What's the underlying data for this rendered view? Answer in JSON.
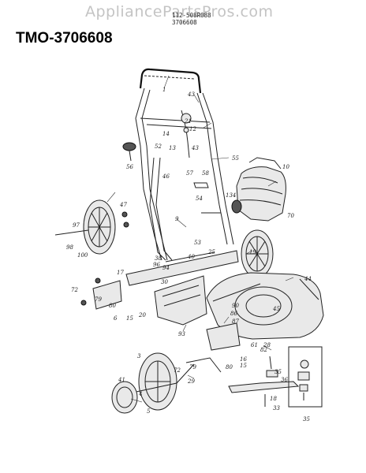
{
  "header": {
    "watermark": "AppliancePartsPros.com",
    "model_number": "TMO-3706608",
    "codes": [
      "112-508R088",
      "3706608"
    ]
  },
  "diagram": {
    "part_labels": [
      "1",
      "43",
      "21",
      "14",
      "12",
      "13",
      "43",
      "52",
      "56",
      "46",
      "55",
      "57",
      "58",
      "54",
      "10",
      "134",
      "70",
      "9",
      "47",
      "97",
      "98",
      "100",
      "53",
      "38",
      "40",
      "25",
      "96",
      "30",
      "17",
      "94",
      "72",
      "79",
      "80",
      "6",
      "15",
      "20",
      "44",
      "86",
      "87",
      "45",
      "19",
      "90",
      "93",
      "3",
      "61",
      "82",
      "28",
      "16",
      "15",
      "79",
      "80",
      "29",
      "72",
      "4",
      "5",
      "41",
      "36",
      "18",
      "33",
      "35",
      "35"
    ]
  }
}
